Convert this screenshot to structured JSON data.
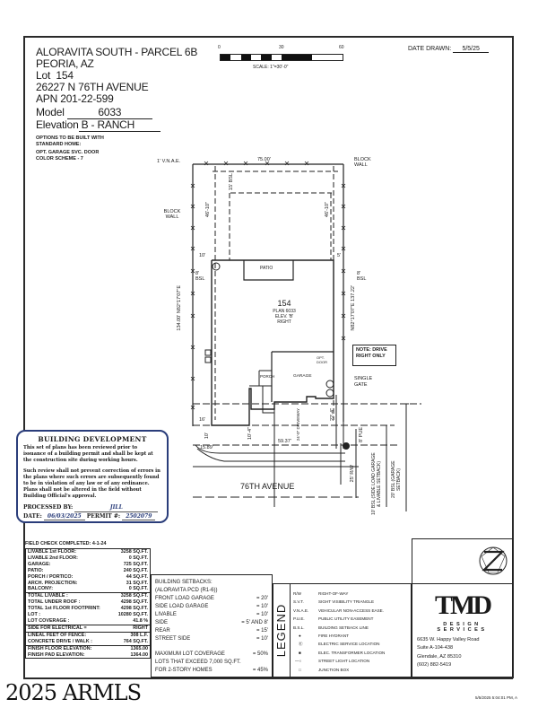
{
  "header": {
    "project": "ALORAVITA SOUTH - PARCEL 6B",
    "city": "PEORIA, AZ",
    "lot_label": "Lot",
    "lot": "154",
    "address": "26227 N 76TH AVENUE",
    "apn_label": "APN",
    "apn": "201-22-599",
    "model_label": "Model",
    "model": "6033",
    "elevation_label": "Elevation",
    "elevation": "B - RANCH",
    "options_title": "OPTIONS TO BE BUILT WITH STANDARD HOME:",
    "options_1": "OPT. GARAGE SVC. DOOR",
    "options_2": "COLOR SCHEME - 7"
  },
  "scale": {
    "tick_0": "0",
    "tick_30": "30",
    "tick_60": "60",
    "label": "SCALE: 1\"=30'-0\""
  },
  "date_drawn": {
    "label": "DATE DRAWN:",
    "value": "5/5/25"
  },
  "plot": {
    "vnae": "1' V.N.A.E.",
    "block_wall_top": "BLOCK WALL",
    "block_wall_left": "BLOCK WALL",
    "rear_width": "75.00'",
    "rear_setback": "15' BSL",
    "dim_left_rear": "46'-10\"",
    "dim_right_rear": "46'-10\"",
    "left_bearing": "N82°17'07\"E",
    "left_length": "134.00'",
    "right_bearing": "N82°17'07\"E",
    "right_length": "137.22'",
    "side_left_10": "10'",
    "side_left_bsl": "8' BSL",
    "side_right_5": "5'",
    "side_right_bsl": "8' BSL",
    "patio": "PATIO",
    "lot_number": "154",
    "plan": "PLAN 6033",
    "elev": "ELEV. 'B'",
    "handing": "RIGHT",
    "porch": "PORCH",
    "garage": "GARAGE",
    "opt_door": "OPT. DOOR",
    "note": "NOTE: DRIVE RIGHT ONLY",
    "single_gate": "SINGLE GATE",
    "dim_16": "16'",
    "dim_10": "10'",
    "dim_10_4": "10'-4\"",
    "dim_drive_width": "24'-0\" DRIVEWAY",
    "dim_22_4": "22'-4\"",
    "dim_59": "59.37'",
    "dim_15": "15.89'",
    "pue": "8' PUE",
    "street": "76TH AVENUE",
    "row": "25' R/W",
    "bsl_10": "10' BSL (SIDE LOAD GARAGE & LIVABLE SETBACK)",
    "bsl_20": "20' BSL (GARAGE SETBACK)"
  },
  "building_development": {
    "title": "BUILDING DEVELOPMENT",
    "para1": "This set of plans has been reviewed prior to issuance of a building permit and shall be kept at the construction site during working hours.",
    "para2": "Such review shall not prevent correction of errors in the plans where such errors are subsequently found to be in violation of any law or of any ordinance. Plans shall not be altered in the field without Building Official's approval.",
    "processed_label": "PROCESSED BY:",
    "processed_by": "JILL",
    "date_label": "DATE:",
    "date": "06/03/2025",
    "permit_label": "PERMIT #:",
    "permit": "2502079"
  },
  "field_check": "FIELD CHECK COMPLETED: 4-1-24",
  "areas": {
    "group1": [
      {
        "label": "LIVABLE 1st FLOOR:",
        "value": "3258 SQ.FT."
      },
      {
        "label": "LIVABLE 2nd FLOOR:",
        "value": "0 SQ.FT."
      },
      {
        "label": "GARAGE:",
        "value": "725 SQ.FT."
      },
      {
        "label": "PATIO:",
        "value": "240 SQ.FT."
      },
      {
        "label": "PORCH / PORTICO:",
        "value": "44 SQ.FT."
      },
      {
        "label": "ARCH. PROJECTION:",
        "value": "31 SQ.FT."
      },
      {
        "label": "BALCONY:",
        "value": "0 SQ.FT."
      }
    ],
    "group2": [
      {
        "label": "TOTAL LIVABLE :",
        "value": "3258 SQ.FT."
      },
      {
        "label": "TOTAL UNDER ROOF :",
        "value": "4298 SQ.FT."
      },
      {
        "label": "TOTAL 1st FLOOR FOOTPRINT:",
        "value": "4298 SQ.FT."
      },
      {
        "label": "LOT :",
        "value": "10280 SQ.FT."
      },
      {
        "label": "LOT COVERAGE :",
        "value": "41.8 %"
      }
    ],
    "group3": [
      {
        "label": "SIDE FOR ELECTRICAL =",
        "value": "RIGHT"
      }
    ],
    "group4": [
      {
        "label": "LINEAL FEET OF FENCE:",
        "value": "308 L.F."
      },
      {
        "label": "CONCRETE DRIVE / WALK :",
        "value": "764 SQ.FT."
      }
    ],
    "group5": [
      {
        "label": "FINISH FLOOR ELEVATION:",
        "value": "1365.00"
      },
      {
        "label": "FINISH PAD ELEVATION:",
        "value": "1364.00"
      }
    ]
  },
  "setbacks": {
    "title": "BUILDING SETBACKS:",
    "subtitle": "(ALORAVITA PCD (R1-6))",
    "rows": [
      {
        "label": "FRONT LOAD GARAGE",
        "value": "= 20'"
      },
      {
        "label": "SIDE LOAD GARAGE",
        "value": "= 10'"
      },
      {
        "label": "LIVABLE",
        "value": "= 10'"
      },
      {
        "label": "SIDE",
        "value": "= 5' AND 8'"
      },
      {
        "label": "REAR",
        "value": "= 15'"
      },
      {
        "label": "STREET SIDE",
        "value": "= 10'"
      }
    ],
    "max_1": {
      "label": "MAXIMUM LOT COVERAGE",
      "value": "= 50%"
    },
    "max_2": "LOTS THAT EXCEED 7,000 SQ.FT.",
    "max_3": {
      "label": "FOR 2-STORY HOMES",
      "value": "= 45%"
    }
  },
  "legend": {
    "title": "LEGEND",
    "rows": [
      {
        "key": "R/W",
        "desc": "RIGHT-OF-WAY"
      },
      {
        "key": "S.V.T.",
        "desc": "SIGHT VISIBILITY TRIANGLE"
      },
      {
        "key": "V.N.A.E.",
        "desc": "VEHICULAR NON-ACCESS EASE."
      },
      {
        "key": "P.U.E.",
        "desc": "PUBLIC UTILITY EASEMENT"
      },
      {
        "key": "B.S.L.",
        "desc": "BUILDING SETBACK LINE"
      },
      {
        "key": "●",
        "desc": "FIRE HYDRANT"
      },
      {
        "key": "Ⓔ",
        "desc": "ELECTRIC SERVICE LOCATION"
      },
      {
        "key": "■",
        "desc": "ELEC. TRANSFORMER LOCATION"
      },
      {
        "key": "—○",
        "desc": "STREET LIGHT LOCATION"
      },
      {
        "key": "□",
        "desc": "JUNCTION BOX"
      }
    ]
  },
  "company": {
    "logo": "TMD",
    "tagline": "DESIGN SERVICES",
    "address1": "6635 W. Happy Valley Road",
    "address2": "Suite A-104-438",
    "address3": "Glendale, AZ 85310",
    "phone": "(602) 882-5419"
  },
  "watermark": "2025 ARMLS",
  "timestamp": "5/5/2025 5:04:01 PM, A"
}
